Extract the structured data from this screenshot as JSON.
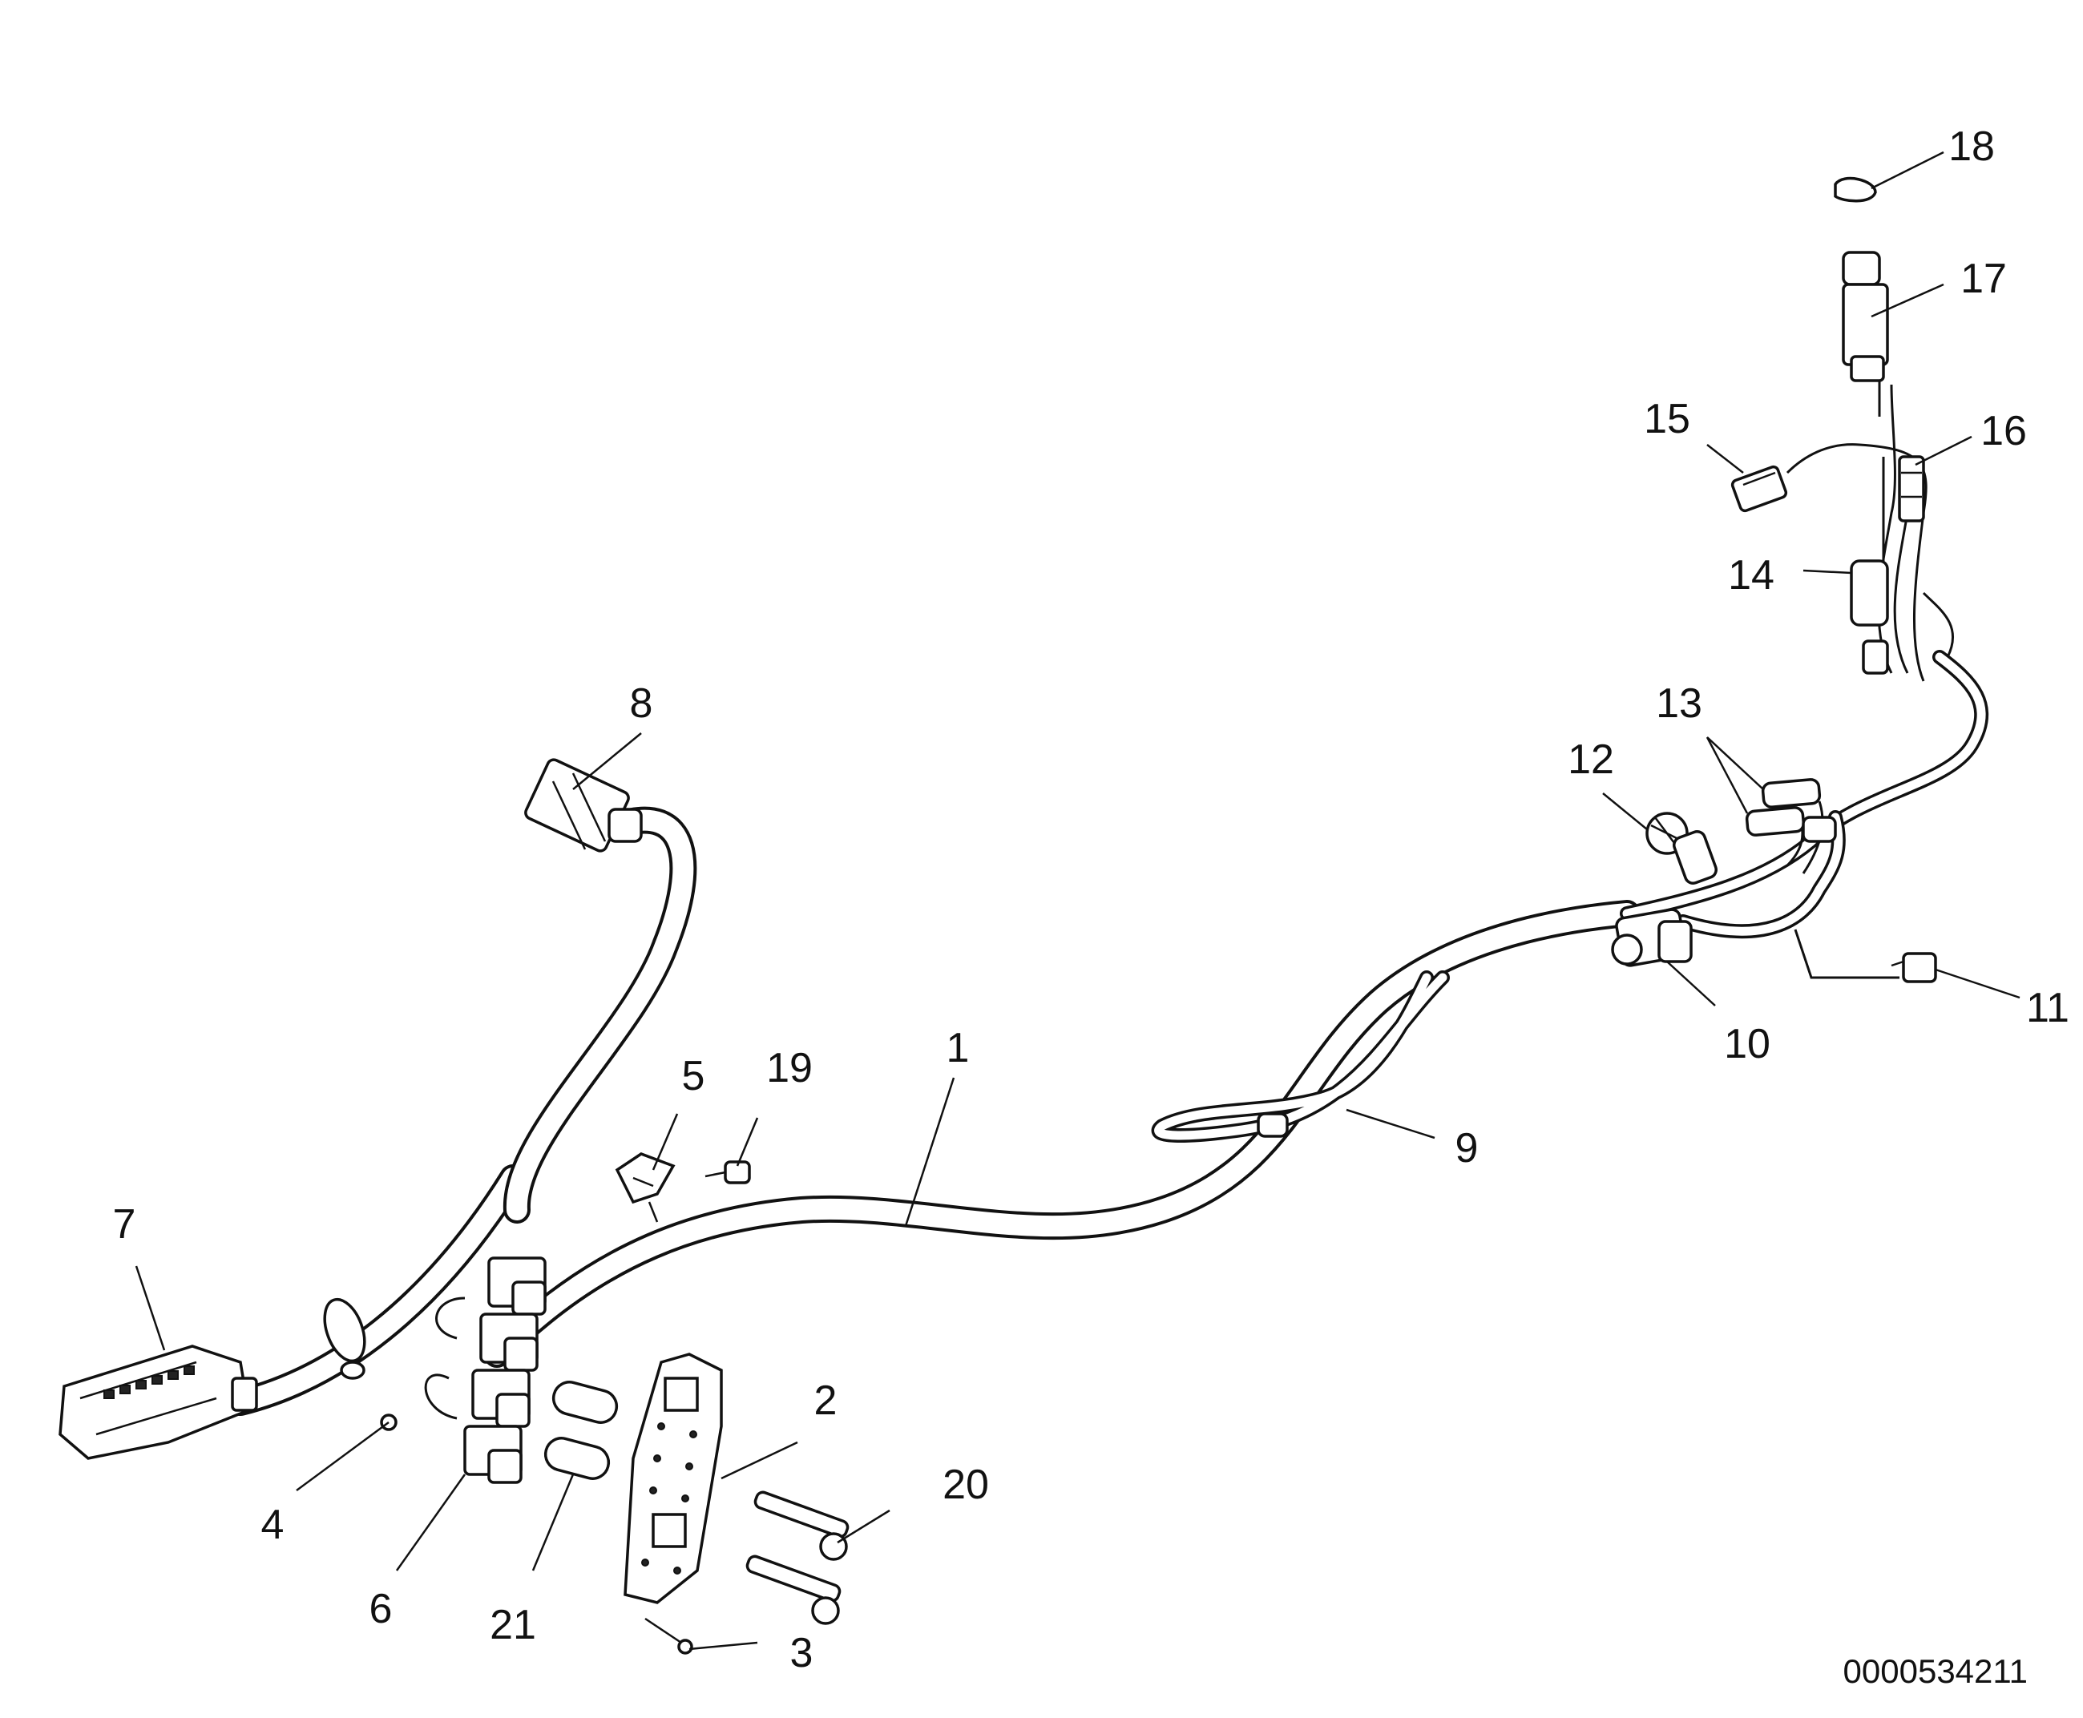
{
  "callouts": {
    "c1": "1",
    "c2": "2",
    "c3": "3",
    "c4": "4",
    "c5": "5",
    "c6": "6",
    "c7": "7",
    "c8": "8",
    "c9": "9",
    "c10": "10",
    "c11": "11",
    "c12": "12",
    "c13": "13",
    "c14": "14",
    "c15": "15",
    "c16": "16",
    "c17": "17",
    "c18": "18",
    "c19": "19",
    "c20": "20",
    "c21": "21"
  },
  "drawing_number": "0000534211"
}
